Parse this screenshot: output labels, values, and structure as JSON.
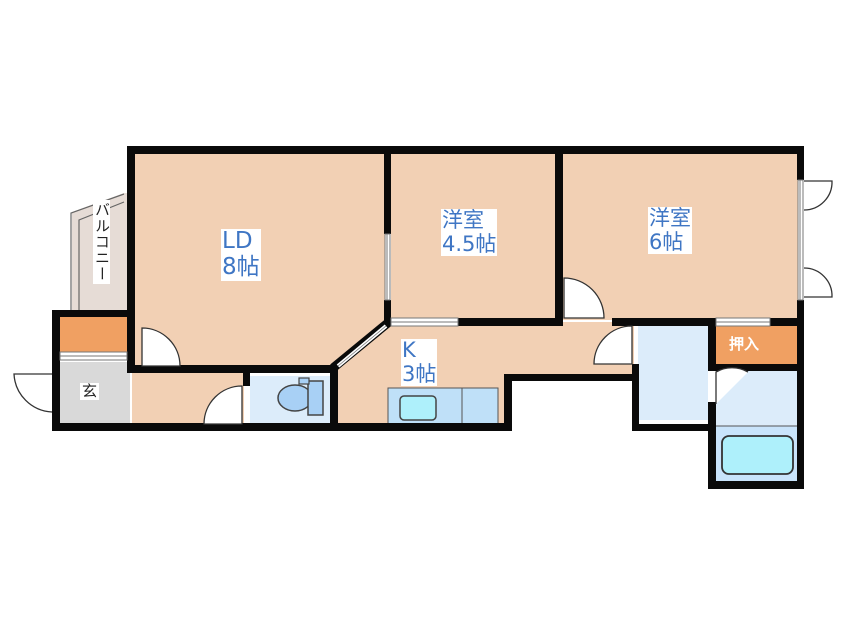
{
  "floor_plan": {
    "colors": {
      "wall": "#0a0a0a",
      "room_fill": "#f2d0b4",
      "wet_area_fill": "#dcecfa",
      "bath_tub_fill": "#aef0fb",
      "storage_fill": "#f0a062",
      "entrance_fill": "#d9d9d9",
      "balcony_fill": "#e6dcd6",
      "label_text": "#3f76c4"
    },
    "rooms": [
      {
        "id": "ld",
        "name": "LD",
        "size": "8帖"
      },
      {
        "id": "western-room-1",
        "name": "洋室",
        "size": "4.5帖"
      },
      {
        "id": "western-room-2",
        "name": "洋室",
        "size": "6帖"
      },
      {
        "id": "kitchen",
        "name": "K",
        "size": "3帖"
      }
    ],
    "balcony": {
      "label": "バルコニー"
    },
    "entrance": {
      "label": "玄"
    },
    "closet": {
      "label": "押入"
    }
  }
}
